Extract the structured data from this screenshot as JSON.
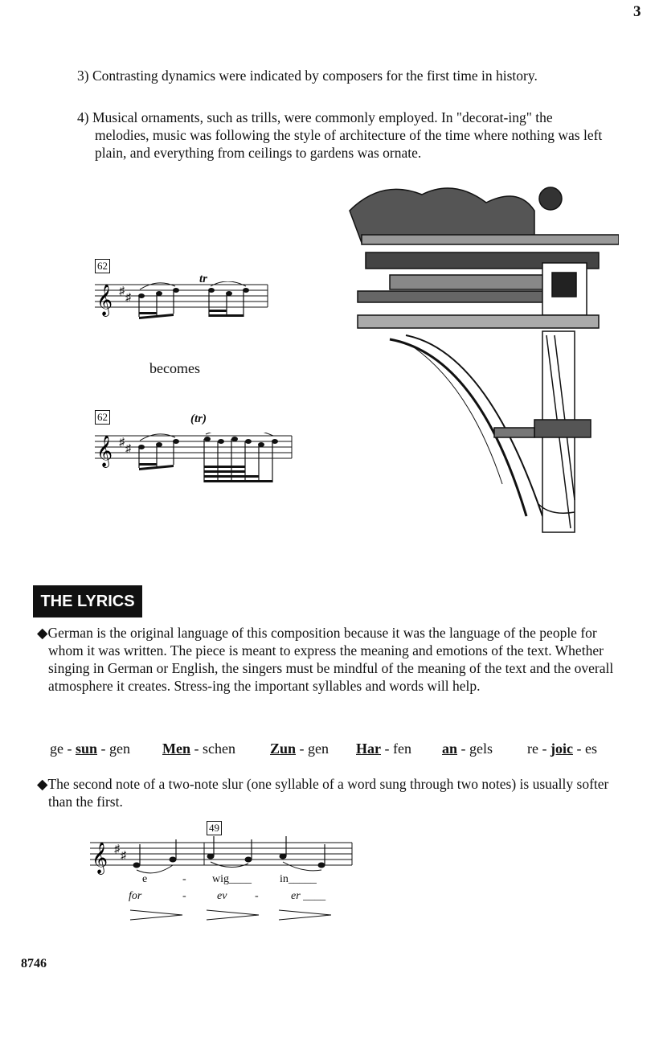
{
  "page_number": "3",
  "list_items": [
    "3) Contrasting dynamics were indicated by composers for the first time in history.",
    "4) Musical ornaments, such as trills, were commonly employed. In \"decorat-ing\" the melodies, music was following the style of architecture of the time where nothing was left plain, and everything from ceilings to gardens was ornate."
  ],
  "example": {
    "measure": "62",
    "trill": "tr",
    "trill_paren": "(tr)",
    "becomes": "becomes"
  },
  "section_header": "THE LYRICS",
  "bullets": [
    "◆German is the original language of this composition because it was the language of the people for whom it was written. The piece is meant to express the meaning and emotions of the text. Whether singing in German or English, the singers must be mindful of the meaning of the text and the overall atmosphere it creates. Stress-ing the important syllables and words will help.",
    "◆The second note of a two-note slur (one syllable of a word sung through two notes) is usually softer than the first."
  ],
  "stress_words": [
    {
      "pre": "ge - ",
      "stress": "sun",
      "post": " - gen"
    },
    {
      "pre": "",
      "stress": "Men",
      "post": " - schen"
    },
    {
      "pre": "",
      "stress": "Zun",
      "post": " - gen"
    },
    {
      "pre": "",
      "stress": "Har",
      "post": " - fen"
    },
    {
      "pre": "",
      "stress": "an",
      "post": " - gels"
    },
    {
      "pre": "re - ",
      "stress": "joic",
      "post": " - es"
    }
  ],
  "slur_example": {
    "measure": "49",
    "german": [
      "e",
      "-",
      "wig",
      "in"
    ],
    "english": [
      "for",
      "-",
      "ev",
      "-",
      "er"
    ]
  },
  "catalog_number": "8746"
}
